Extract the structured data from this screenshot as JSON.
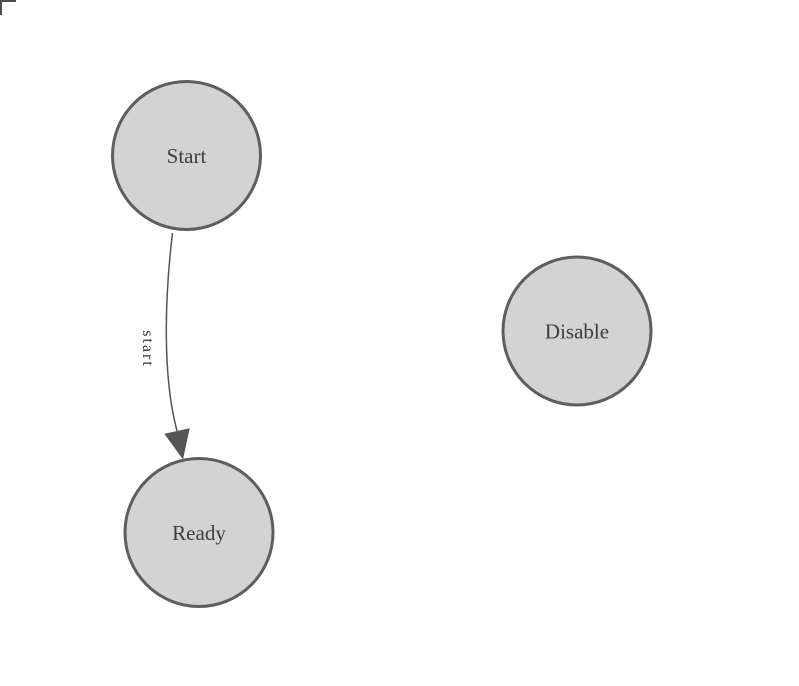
{
  "diagram": {
    "nodes": [
      {
        "id": "start",
        "label": "Start"
      },
      {
        "id": "ready",
        "label": "Ready"
      },
      {
        "id": "disable",
        "label": "Disable"
      }
    ],
    "edges": [
      {
        "from": "Start",
        "to": "Ready",
        "label": "start"
      }
    ],
    "colors": {
      "background": "#ffffff",
      "node_fill": "#d3d3d3",
      "node_stroke": "#5e5e5e",
      "node_text": "#3d3d3d",
      "edge_stroke": "#555555",
      "arrow_fill": "#555555",
      "edge_label_text": "#333333",
      "corner_marker": "#4d4d4d"
    }
  }
}
